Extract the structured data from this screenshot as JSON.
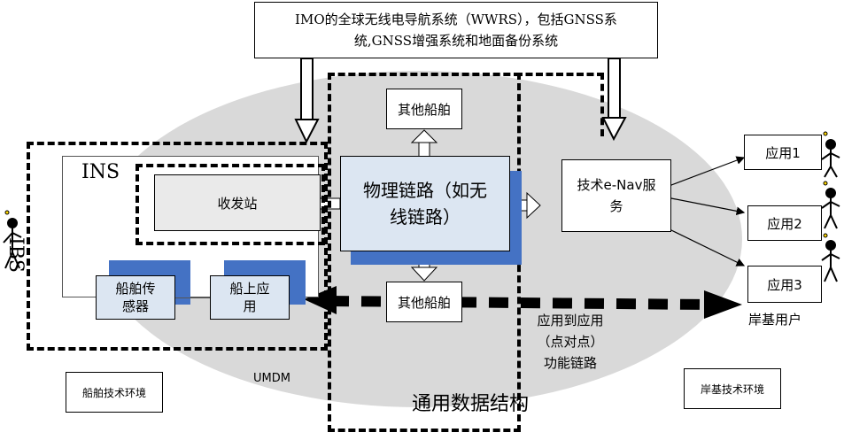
{
  "top_source": {
    "line1": "IMO的全球无线电导航系统（WWRS），包括GNSS系",
    "line2": "统,GNSS增强系统和地面备份系统"
  },
  "ellipse_label": "UMDM",
  "ins_label": "INS",
  "ibs_label": "IBS",
  "transceiver": "收发站",
  "ship_sensor": {
    "line1": "船舶传",
    "line2": "感器"
  },
  "onboard_app": {
    "line1": "船上应",
    "line2": "用"
  },
  "physical_link": {
    "line1": "物理链路（如无",
    "line2": "线链路）"
  },
  "other_ship_top": "其他船舶",
  "other_ship_bottom": "其他船舶",
  "enav_service": {
    "line1": "技术e-Nav服",
    "line2": "务"
  },
  "apps": [
    "应用1",
    "应用2",
    "应用3"
  ],
  "shore_users": "岸基用户",
  "p2p_label": {
    "line1": "应用到应用",
    "line2": "（点对点）",
    "line3": "功能链路"
  },
  "common_data_structure": "通用数据结构",
  "ship_env": "船舶技术环境",
  "shore_env": "岸基技术环境",
  "colors": {
    "ellipse": "#d9d9d9",
    "shadow": "#4472c4",
    "box_fill": "#dce6f2"
  }
}
